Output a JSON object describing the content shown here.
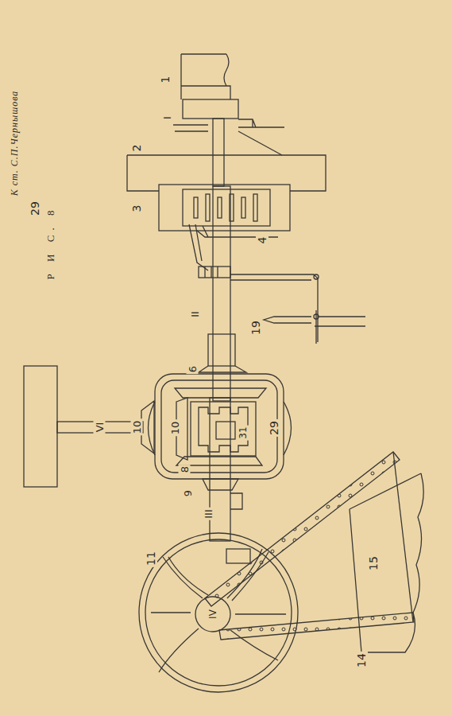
{
  "diagram": {
    "labels": [
      "К ст. С.П.Чернышова",
      "Р И С. 8",
      "29",
      "1",
      "I",
      "2",
      "3",
      "4",
      "II",
      "19",
      "VI",
      "10",
      "6",
      "10",
      "29",
      "31",
      "8",
      "III",
      "9",
      "11",
      "IV",
      "15",
      "14"
    ]
  }
}
